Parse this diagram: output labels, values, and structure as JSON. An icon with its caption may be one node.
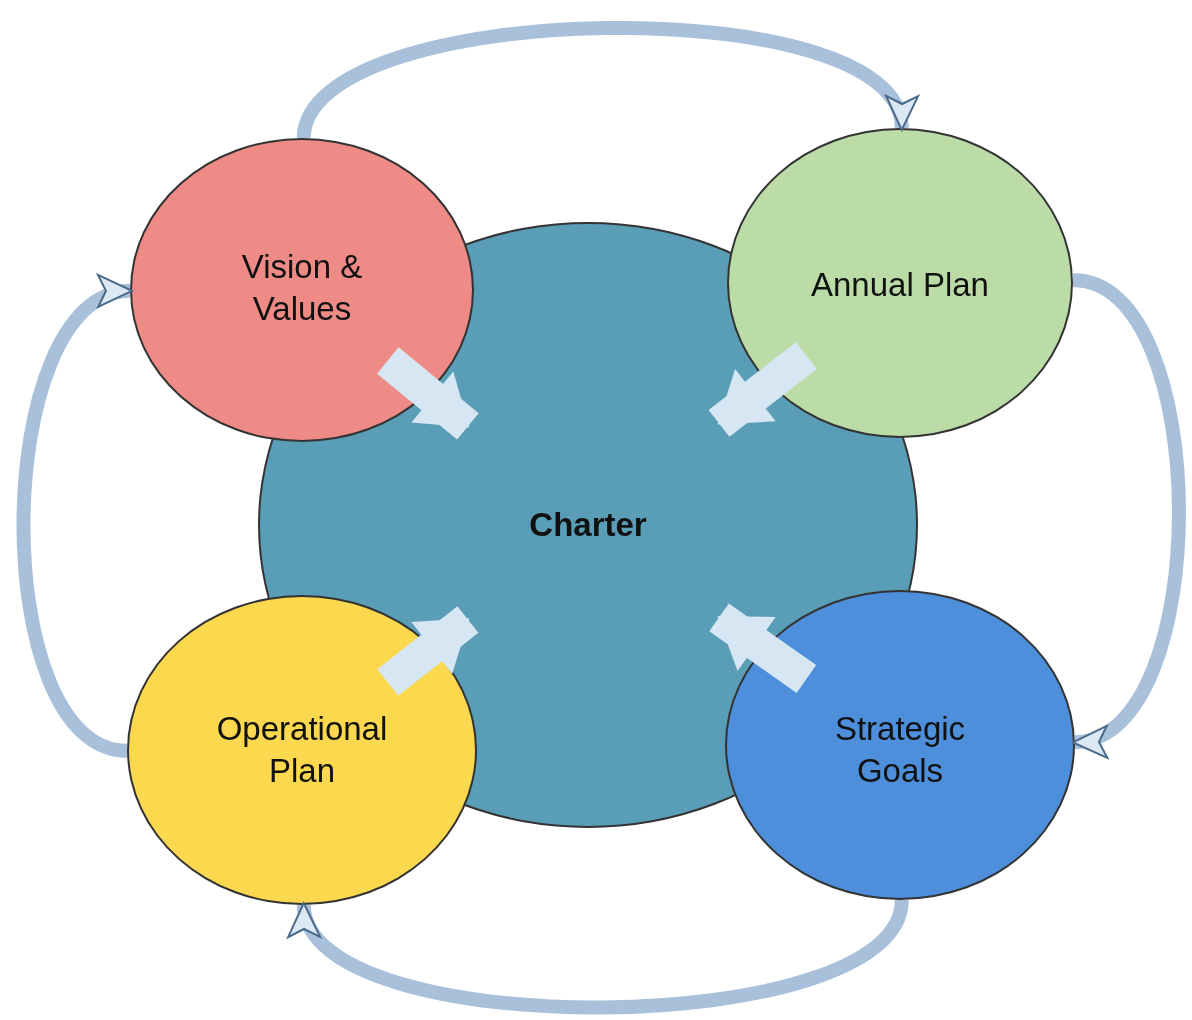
{
  "diagram": {
    "nodes": [
      {
        "text": [
          "Vision & Values"
        ]
      },
      {
        "text": [
          "Annual Plan"
        ]
      },
      {
        "text": [
          "Charter"
        ]
      },
      {
        "text": [
          "Operational Plan"
        ]
      },
      {
        "text": [
          "Strategic Goals"
        ]
      }
    ],
    "edges": [
      {
        "from": 0,
        "to": 1,
        "arrow": "to"
      },
      {
        "from": 1,
        "to": 4,
        "arrow": "to"
      },
      {
        "from": 4,
        "to": 3,
        "arrow": "to"
      },
      {
        "from": 3,
        "to": 0,
        "arrow": "to"
      },
      {
        "from": 0,
        "to": 2,
        "arrow": "to",
        "style": "thick"
      },
      {
        "from": 1,
        "to": 2,
        "arrow": "to",
        "style": "thick"
      },
      {
        "from": 4,
        "to": 2,
        "arrow": "to",
        "style": "thick"
      },
      {
        "from": 3,
        "to": 2,
        "arrow": "to",
        "style": "thick"
      }
    ]
  }
}
